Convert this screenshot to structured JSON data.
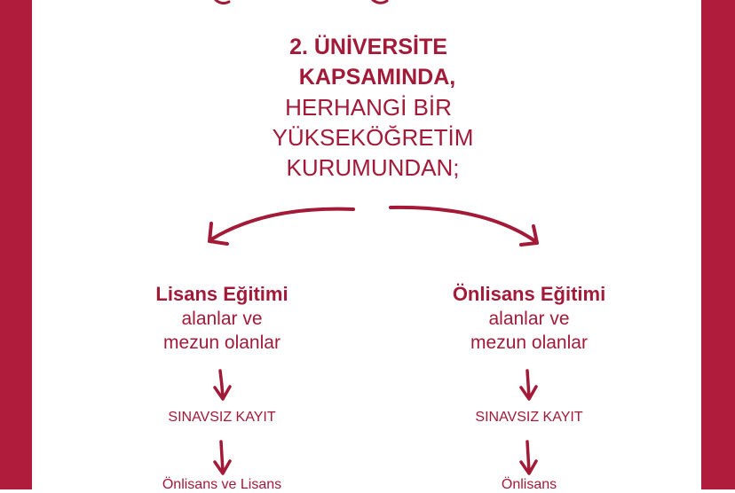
{
  "title": {
    "line1": "2. ÜNİVERSİTE",
    "line2": "KAPSAMINDA,",
    "line3": "HERHANGİ BİR",
    "line4": "YÜKSEKÖĞRETİM",
    "line5": "KURUMUNDAN;"
  },
  "left": {
    "heading": "Lisans Eğitimi",
    "sub1": "alanlar ve",
    "sub2": "mezun olanlar",
    "step": "SINAVSIZ KAYIT",
    "result": "Önlisans ve Lisans"
  },
  "right": {
    "heading": "Önlisans Eğitimi",
    "sub1": "alanlar ve",
    "sub2": "mezun olanlar",
    "step": "SINAVSIZ KAYIT",
    "result": "Önlisans"
  },
  "colors": {
    "frame": "#b01c3b",
    "text": "#a31a38",
    "arrow": "#a31a38"
  }
}
